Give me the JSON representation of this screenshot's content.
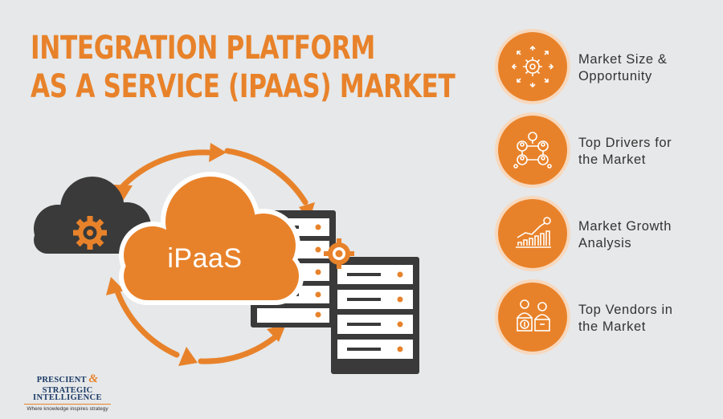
{
  "title": {
    "line1": "INTEGRATION PLATFORM",
    "line2": "AS A SERVICE (IPAAS) MARKET"
  },
  "diagram": {
    "cloud_label": "iPaaS"
  },
  "features": [
    {
      "label": "Market Size &\nOpportunity",
      "icon": "gear-network-icon"
    },
    {
      "label": "Top Drivers for\nthe Market",
      "icon": "people-network-icon"
    },
    {
      "label": "Market Growth\nAnalysis",
      "icon": "growth-chart-icon"
    },
    {
      "label": "Top Vendors in\nthe Market",
      "icon": "vendors-icon"
    }
  ],
  "logo": {
    "line1_a": "PRESCIENT",
    "line1_amp": "&",
    "line1_b": "STRATEGIC",
    "line2": "INTELLIGENCE",
    "tagline": "Where knowledge inspires strategy"
  },
  "colors": {
    "accent": "#e8822a",
    "dark": "#3a3a3a",
    "background": "#e6e8e9"
  }
}
